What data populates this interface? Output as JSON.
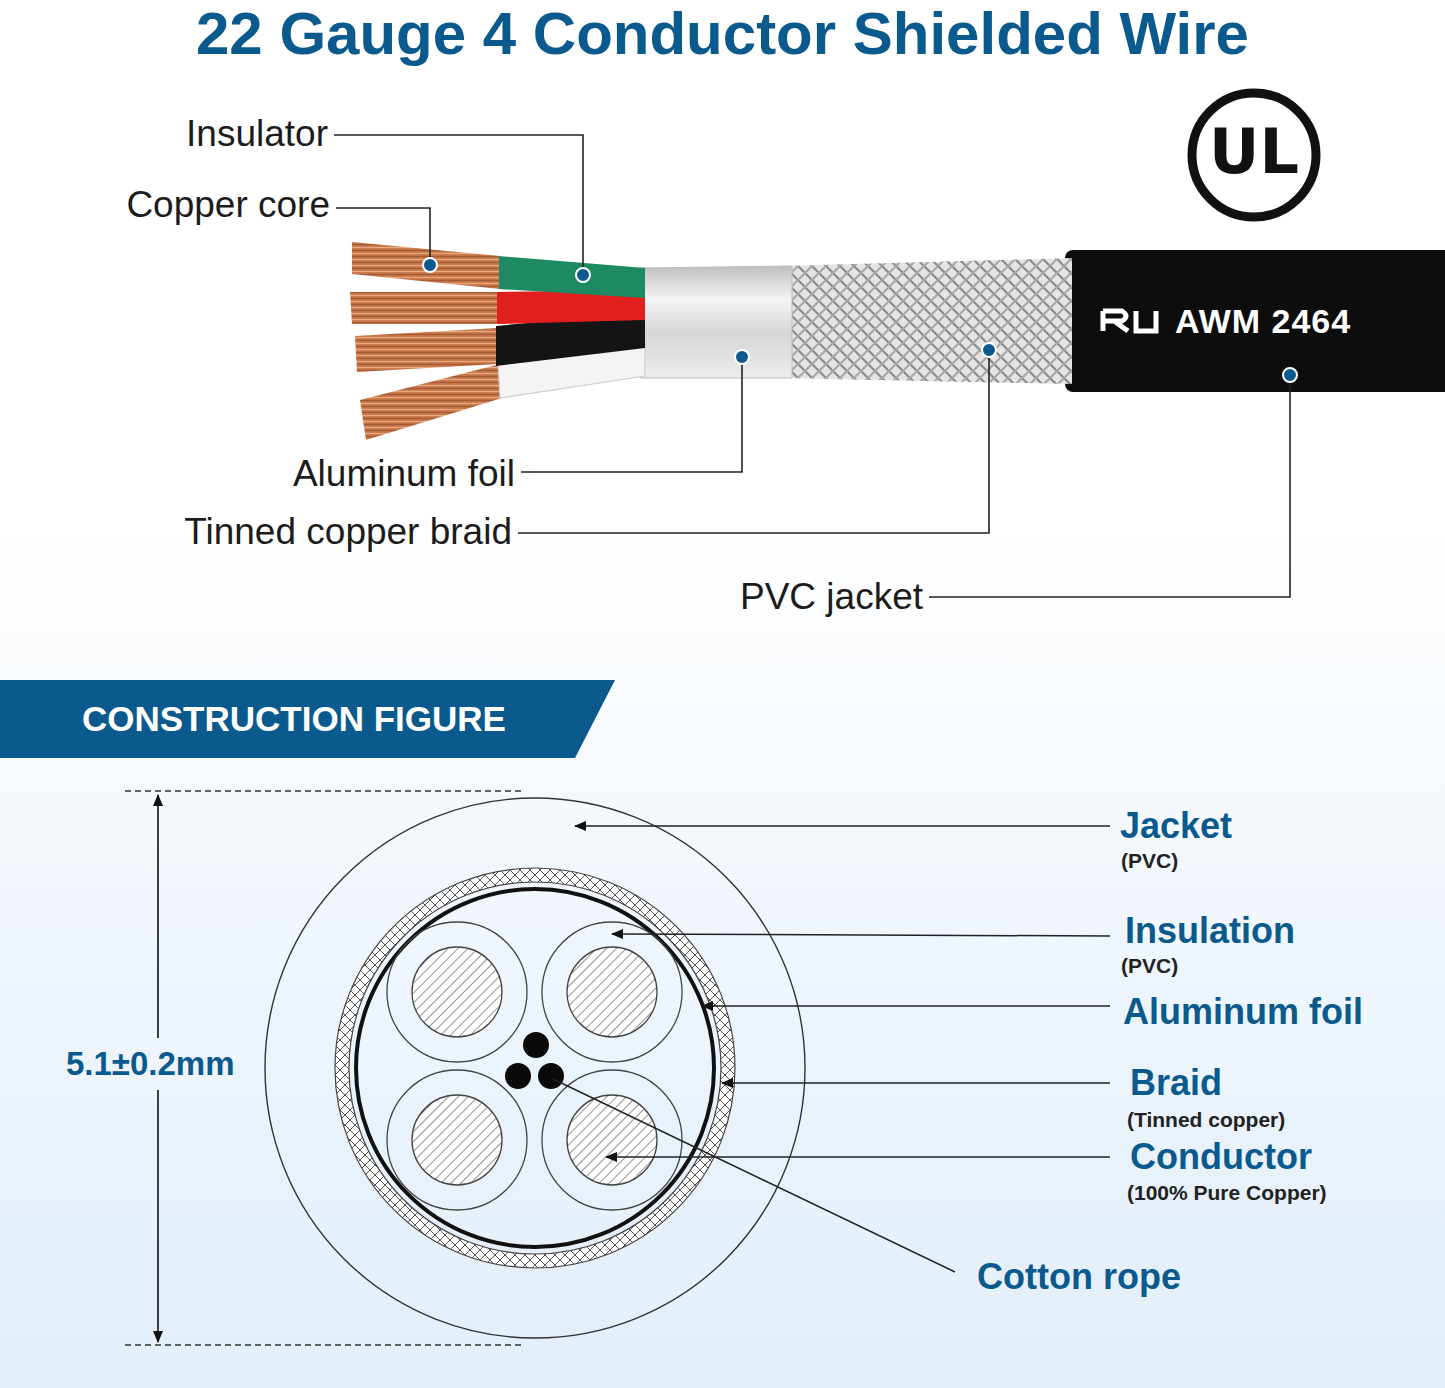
{
  "diagram": {
    "title": "22 Gauge 4 Conductor Shielded Wire",
    "nodes": [
      {
        "text": [
          "CONSTRUCTION FIGURE"
        ]
      }
    ],
    "labels": [
      "Insulator",
      "Copper core",
      "Aluminum foil",
      "Tinned copper braid",
      "PVC jacket",
      "AWM 2464",
      "UL",
      "5.1±0.2mm",
      "Jacket",
      "(PVC)",
      "Insulation",
      "(PVC)",
      "Aluminum foil",
      "Braid",
      "(Tinned copper)",
      "Conductor",
      "(100% Pure Copper)",
      "Cotton rope"
    ]
  }
}
